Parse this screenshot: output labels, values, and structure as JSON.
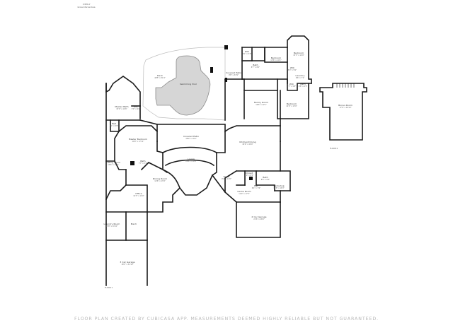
{
  "header": {
    "line1": "3,955 sf",
    "line2": "Gross Internal Area"
  },
  "rooms": {
    "deck": {
      "label": "Deck",
      "dim": "48'5\" x 31'4\""
    },
    "swimming_pool": {
      "label": "Swimming Pool",
      "dim": ""
    },
    "covered_patio_top": {
      "label": "Covered Patio",
      "dim": "9'8\" x 33'9\""
    },
    "wic_a": {
      "label": "WIC",
      "dim": "6'1\" x 5'4\""
    },
    "bedroom_a": {
      "label": "Bedroom",
      "dim": "13'6\" x 14'1\""
    },
    "bedroom_b": {
      "label": "Bedroom",
      "dim": "15'3\" x 12'9\""
    },
    "bath_a": {
      "label": "Bath",
      "dim": "8'7\" x 8'2\""
    },
    "wic_b": {
      "label": "WIC",
      "dim": "5'0\" x 5'0\""
    },
    "laundry": {
      "label": "Laundry",
      "dim": "6'6\" x 7'1\""
    },
    "wic_c": {
      "label": "WIC",
      "dim": "4'7\" x 5'8\""
    },
    "bath_b": {
      "label": "Bath",
      "dim": "6'8\" x 6'5\""
    },
    "family_room": {
      "label": "Family Room",
      "dim": "19'6\" x 22'1\""
    },
    "bedroom_c": {
      "label": "Bedroom",
      "dim": "14'9\" x 13'9\""
    },
    "master_bath": {
      "label": "Master Bath",
      "dim": "15'0\" x 12'6\""
    },
    "wic_d": {
      "label": "WIC",
      "dim": "5'9\" x 9'4\""
    },
    "pwd": {
      "label": "Pwd",
      "dim": "4'1\" x 5'0\""
    },
    "master_bedroom": {
      "label": "Master Bedroom",
      "dim": "19'0\" x 17'11\""
    },
    "covered_patio_mid": {
      "label": "Covered Patio",
      "dim": "38'0\" x 10'2\""
    },
    "kitchen_dining": {
      "label": "Kitchen/Dining",
      "dim": "18'6\" x 20'0\""
    },
    "living": {
      "label": "Living",
      "dim": "28'6\" x 19'8\""
    },
    "sitting_room": {
      "label": "Sitting Room",
      "dim": "13'6\" x 14'2\""
    },
    "bath_c": {
      "label": "Bath",
      "dim": "7'7\" x 5'4\""
    },
    "bath_d": {
      "label": "Bath",
      "dim": "8'6\" x 6'2\""
    },
    "dining_room": {
      "label": "Dining Room",
      "dim": "14'6\" x 13'4\""
    },
    "office": {
      "label": "Office",
      "dim": "14'3\" x 11'0\""
    },
    "foyer": {
      "label": "Foyer",
      "dim": "9'2\" x 11'0\""
    },
    "closet": {
      "label": "Closet",
      "dim": "5'9\" x 6'2\""
    },
    "game_room": {
      "label": "Game Room",
      "dim": "11'9\" x 17'5\""
    },
    "bar": {
      "label": "Bar",
      "dim": "6'4\" x 7'6\""
    },
    "workshop": {
      "label": "Workshop",
      "dim": "14'8\" x 16'3\""
    },
    "bonus_room": {
      "label": "Bonus Room",
      "dim": "17'0\" x 16'10\""
    },
    "laundry_room": {
      "label": "Laundry Room",
      "dim": "13'8\" x 10'11\""
    },
    "mech": {
      "label": "Mech",
      "dim": ""
    },
    "two_car_garage": {
      "label": "2 Car Garage",
      "dim": "21'6\" x 26'6\""
    },
    "three_car_garage": {
      "label": "3 Car Garage",
      "dim": "18'2\" x 31'10\""
    }
  },
  "floor_labels": {
    "floor1": "FLOOR 1",
    "floor2": "FLOOR 2"
  },
  "footer": {
    "disclaimer": "FLOOR PLAN CREATED BY CUBICASA APP. MEASUREMENTS DEEMED HIGHLY RELIABLE BUT NOT GUARANTEED."
  }
}
